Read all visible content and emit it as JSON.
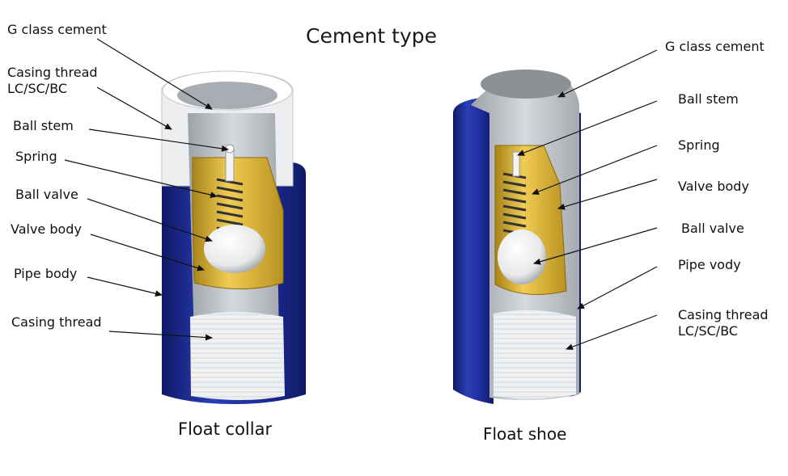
{
  "title": "Cement type",
  "colors": {
    "pipe_blue": "#1c2d9a",
    "pipe_blue_dark": "#0f1a66",
    "cement_gray": "#c9ccd0",
    "valve_gold": "#e2b73a",
    "valve_gold_dark": "#a88318",
    "thread_white": "#eef0f2"
  },
  "float_collar": {
    "caption": "Float collar",
    "labels": {
      "g_class_cement": "G class cement",
      "casing_thread_top": "Casing thread LC/SC/BC",
      "ball_stem": "Ball stem",
      "spring": "Spring",
      "ball_valve": "Ball valve",
      "valve_body": "Valve body",
      "pipe_body": "Pipe body",
      "casing_thread_bottom": "Casing thread"
    }
  },
  "float_shoe": {
    "caption": "Float shoe",
    "labels": {
      "g_class_cement": "G class cement",
      "ball_stem": "Ball stem",
      "spring": "Spring",
      "valve_body": "Valve body",
      "ball_valve": "Ball valve",
      "pipe_body": "Pipe vody",
      "casing_thread": "Casing thread LC/SC/BC"
    }
  }
}
